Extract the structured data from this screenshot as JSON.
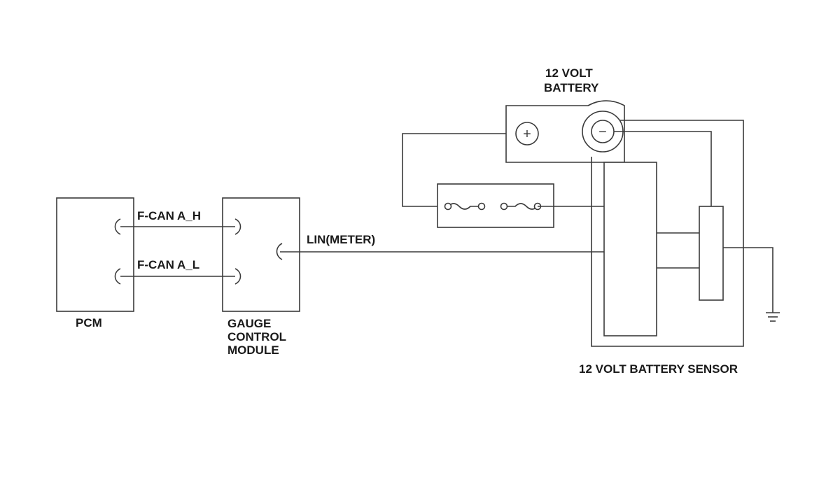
{
  "labels": {
    "pcm": "PCM",
    "gauge_line1": "GAUGE",
    "gauge_line2": "CONTROL",
    "gauge_line3": "MODULE",
    "fcan_h": "F-CAN A_H",
    "fcan_l": "F-CAN A_L",
    "lin": "LIN(METER)",
    "battery_line1": "12 VOLT",
    "battery_line2": "BATTERY",
    "sensor": "12 VOLT BATTERY SENSOR"
  },
  "symbols": {
    "positive": "+",
    "negative": "−"
  }
}
